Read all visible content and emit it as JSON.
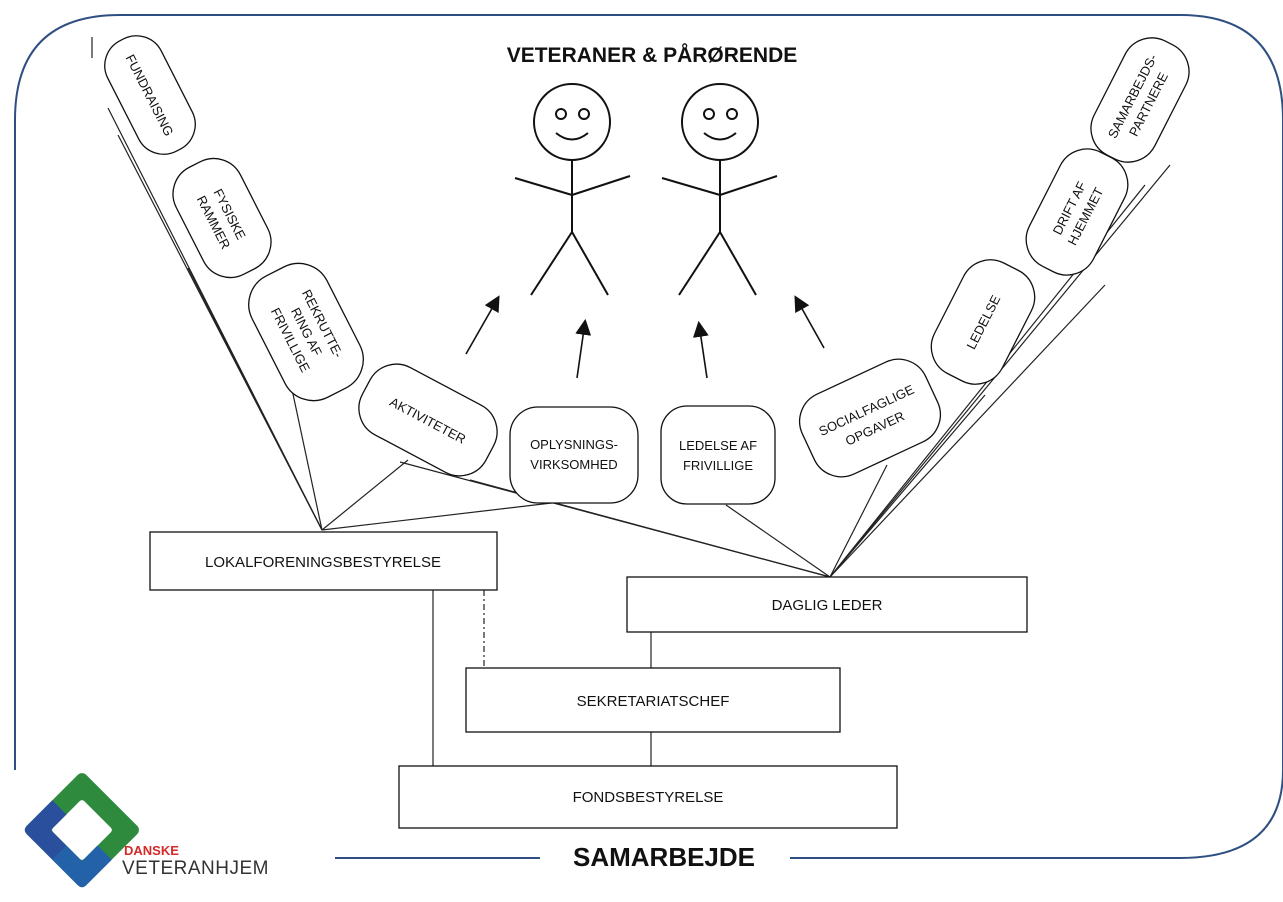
{
  "header": {
    "title": "VETERANER & PÅRØRENDE"
  },
  "footer": {
    "title": "SAMARBEJDE"
  },
  "logo": {
    "line1": "DANSKE",
    "line2": "VETERANHJEM"
  },
  "boxes": {
    "lokalforening": "LOKALFORENINGSBESTYRELSE",
    "daglig_leder": "DAGLIG LEDER",
    "sekretariatschef": "SEKRETARIATSCHEF",
    "fondsbestyrelse": "FONDSBESTYRELSE"
  },
  "left_tasks": [
    {
      "lines": [
        "FUNDRAISING"
      ]
    },
    {
      "lines": [
        "FYSISKE",
        "RAMMER"
      ]
    },
    {
      "lines": [
        "REKRUTTE-",
        "RING AF",
        "FRIVILLIGE"
      ]
    },
    {
      "lines": [
        "AKTIVITETER"
      ]
    }
  ],
  "center_tasks": [
    {
      "lines": [
        "OPLYSNINGS-",
        "VIRKSOMHED"
      ]
    },
    {
      "lines": [
        "LEDELSE AF",
        "FRIVILLIGE"
      ]
    }
  ],
  "right_tasks": [
    {
      "lines": [
        "SOCIALFAGLIGE",
        "OPGAVER"
      ]
    },
    {
      "lines": [
        "LEDELSE"
      ]
    },
    {
      "lines": [
        "DRIFT AF",
        "HJEMMET"
      ]
    },
    {
      "lines": [
        "SAMARBEJDS-",
        "PARTNERE"
      ]
    }
  ],
  "colors": {
    "frame": "#2f4f82",
    "header": "#3a6a1f",
    "footer": "#3a6fb6",
    "logo_green": "#2e8b3e",
    "logo_blue": "#2a4f9c",
    "logo_red": "#d42a2a"
  }
}
